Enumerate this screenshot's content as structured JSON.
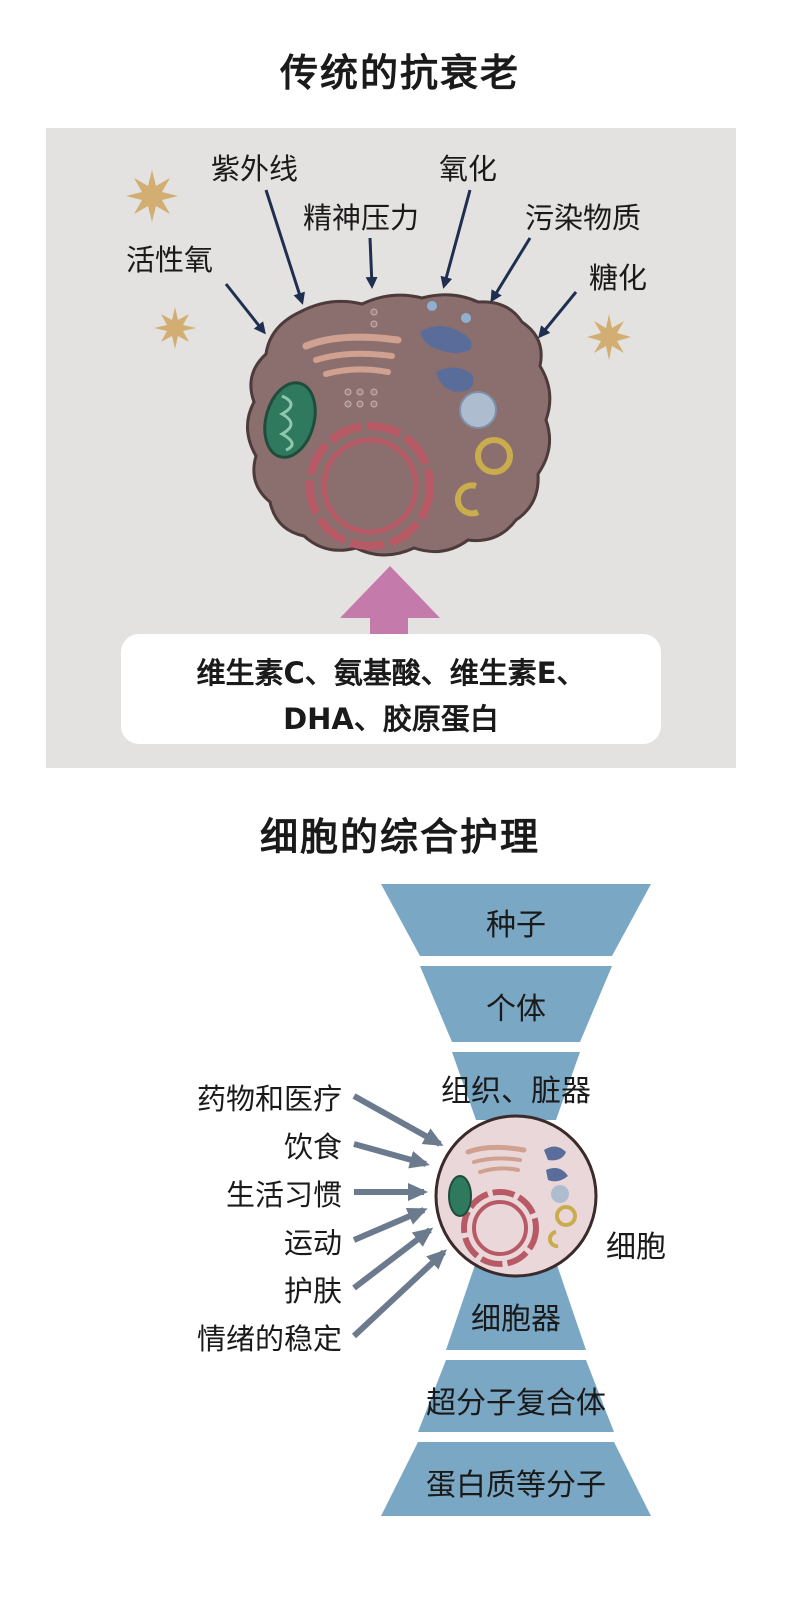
{
  "section1": {
    "title": "传统的抗衰老",
    "factors": {
      "active_oxygen": "活性氧",
      "uv": "紫外线",
      "stress": "精神压力",
      "oxidation": "氧化",
      "pollutants": "污染物质",
      "glycation": "糖化"
    },
    "supplements": {
      "line1": "维生素C、氨基酸、维生素E、",
      "line2": "DHA、胶原蛋白"
    },
    "colors": {
      "panel": "#e4e2e0",
      "arrow_up": "#c47aaa",
      "cell": "#8b6f6f",
      "star": "#d2ae72"
    }
  },
  "section2": {
    "title": "细胞的综合护理",
    "levels": [
      "种子",
      "个体",
      "组织、脏器",
      "细胞器",
      "超分子复合体",
      "蛋白质等分子"
    ],
    "cell_label": "细胞",
    "influences": [
      "药物和医疗",
      "饮食",
      "生活习惯",
      "运动",
      "护肤",
      "情绪的稳定"
    ],
    "colors": {
      "funnel": "#7aa8c4",
      "arrow": "#6c7a8e"
    }
  }
}
